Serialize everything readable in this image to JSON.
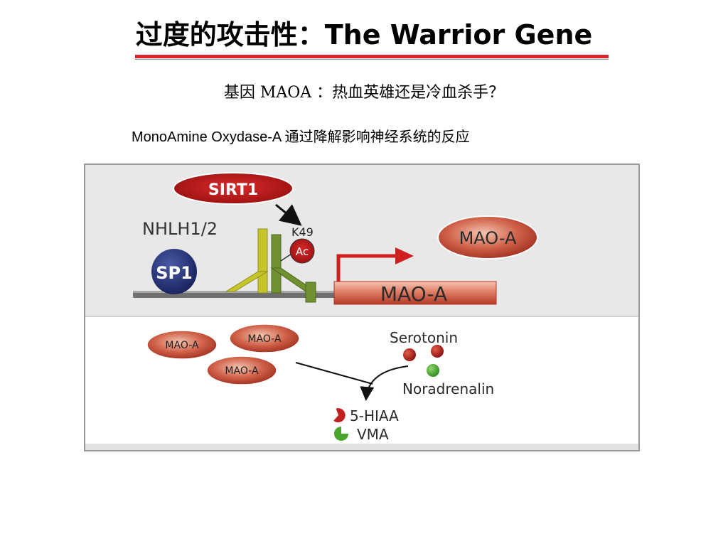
{
  "header": {
    "title": "过度的攻击性：The Warrior Gene",
    "subtitle": "基因 MAOA ：热血英雄还是冷血杀手？",
    "description": "MonoAmine Oxydase-A  通过降解影响神经系统的反应"
  },
  "diagram": {
    "sirt1_label": "SIRT1",
    "nhlh_label": "NHLH1/2",
    "k49_label": "K49",
    "ac_label": "Ac",
    "sp1_label": "SP1",
    "gene_label": "MAO-A",
    "protein_label": "MAO-A",
    "enzymes": [
      "MAO-A",
      "MAO-A",
      "MAO-A"
    ],
    "serotonin_label": "Serotonin",
    "noradrenalin_label": "Noradrenalin",
    "hiaa_label": "5-HIAA",
    "vma_label": "VMA",
    "colors": {
      "red": "#c0201f",
      "dark_red": "#8e1414",
      "navy": "#1e2a66",
      "yellow_green": "#c7c72a",
      "olive_green": "#6e8e2a",
      "panel_gray": "#e9e9e9",
      "green": "#49a52e"
    }
  }
}
